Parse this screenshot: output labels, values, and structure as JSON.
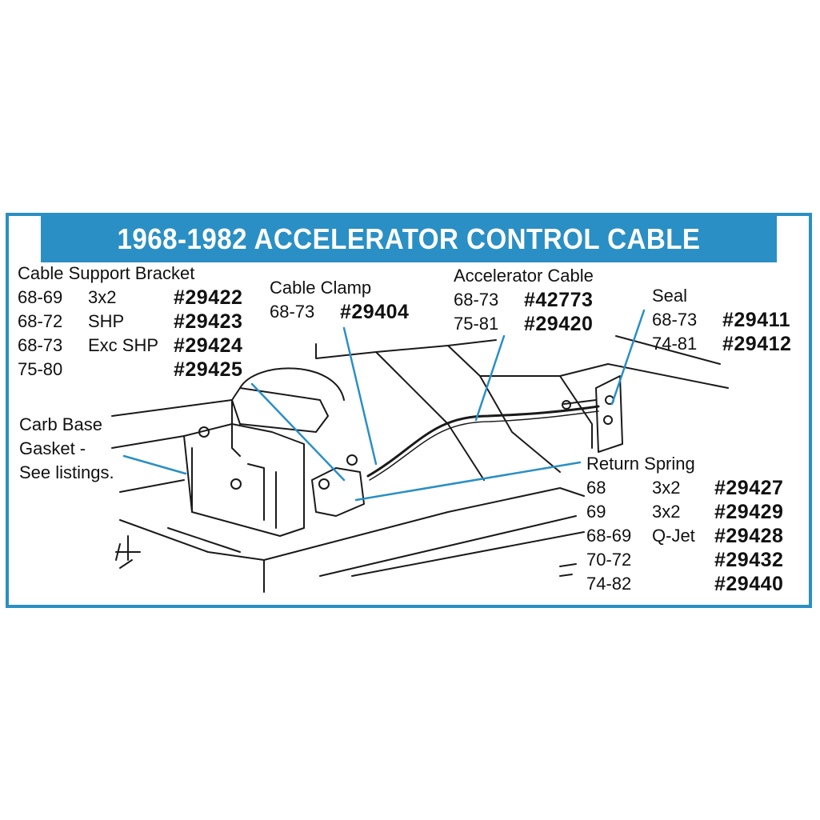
{
  "title": "1968-1982 ACCELERATOR CONTROL CABLE",
  "support_bracket": {
    "title": "Cable Support Bracket",
    "rows": [
      {
        "years": "68-69",
        "spec": "3x2",
        "part": "#29422"
      },
      {
        "years": "68-72",
        "spec": "SHP",
        "part": "#29423"
      },
      {
        "years": "68-73",
        "spec": "Exc SHP",
        "part": "#29424"
      },
      {
        "years": "75-80",
        "spec": "",
        "part": "#29425"
      }
    ]
  },
  "cable_clamp": {
    "title": "Cable Clamp",
    "rows": [
      {
        "years": "68-73",
        "part": "#29404"
      }
    ]
  },
  "accelerator_cable": {
    "title": "Accelerator Cable",
    "rows": [
      {
        "years": "68-73",
        "part": "#42773"
      },
      {
        "years": "75-81",
        "part": "#29420"
      }
    ]
  },
  "seal": {
    "title": "Seal",
    "rows": [
      {
        "years": "68-73",
        "part": "#29411"
      },
      {
        "years": "74-81",
        "part": "#29412"
      }
    ]
  },
  "carb_gasket": {
    "lines": [
      "Carb Base",
      "Gasket -",
      "See listings."
    ]
  },
  "return_spring": {
    "title": "Return Spring",
    "rows": [
      {
        "years": "68",
        "spec": "3x2",
        "part": "#29427"
      },
      {
        "years": "69",
        "spec": "3x2",
        "part": "#29429"
      },
      {
        "years": "68-69",
        "spec": "Q-Jet",
        "part": "#29428"
      },
      {
        "years": "70-72",
        "spec": "",
        "part": "#29432"
      },
      {
        "years": "74-82",
        "spec": "",
        "part": "#29440"
      }
    ]
  },
  "colors": {
    "accent": "#2a8fc4",
    "leader": "#2a8fc4",
    "ink": "#111111"
  }
}
